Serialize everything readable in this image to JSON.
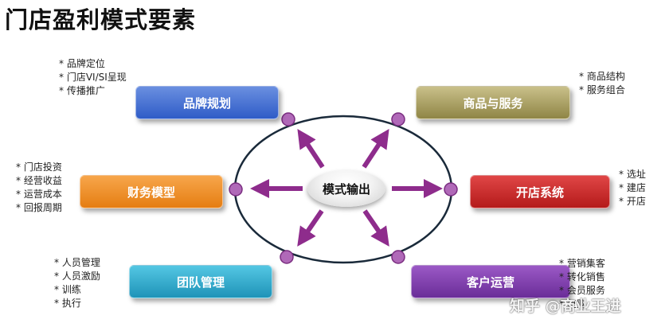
{
  "title": "门店盈利模式要素",
  "center_label": "模式输出",
  "nodes": {
    "brand": {
      "label": "品牌规划",
      "color": "#2f5cc7",
      "bullets": [
        "品牌定位",
        "门店VI/SI呈现",
        "传播推广"
      ]
    },
    "goods": {
      "label": "商品与服务",
      "color": "#8f8545",
      "bullets": [
        "商品结构",
        "服务组合"
      ]
    },
    "finance": {
      "label": "财务模型",
      "color": "#e57d12",
      "bullets": [
        "门店投资",
        "经营收益",
        "运营成本",
        "回报周期"
      ]
    },
    "store": {
      "label": "开店系统",
      "color": "#b41a1a",
      "bullets": [
        "选址",
        "建店",
        "开店"
      ]
    },
    "team": {
      "label": "团队管理",
      "color": "#1e93b8",
      "bullets": [
        "人员管理",
        "人员激励",
        "训练",
        "执行"
      ]
    },
    "customer": {
      "label": "客户运营",
      "color": "#6a2d98",
      "bullets": [
        "营销集客",
        "转化销售",
        "会员服务",
        "复购"
      ]
    }
  },
  "connector_color": "#8e2c8c",
  "watermark": "知乎 @商业王进"
}
